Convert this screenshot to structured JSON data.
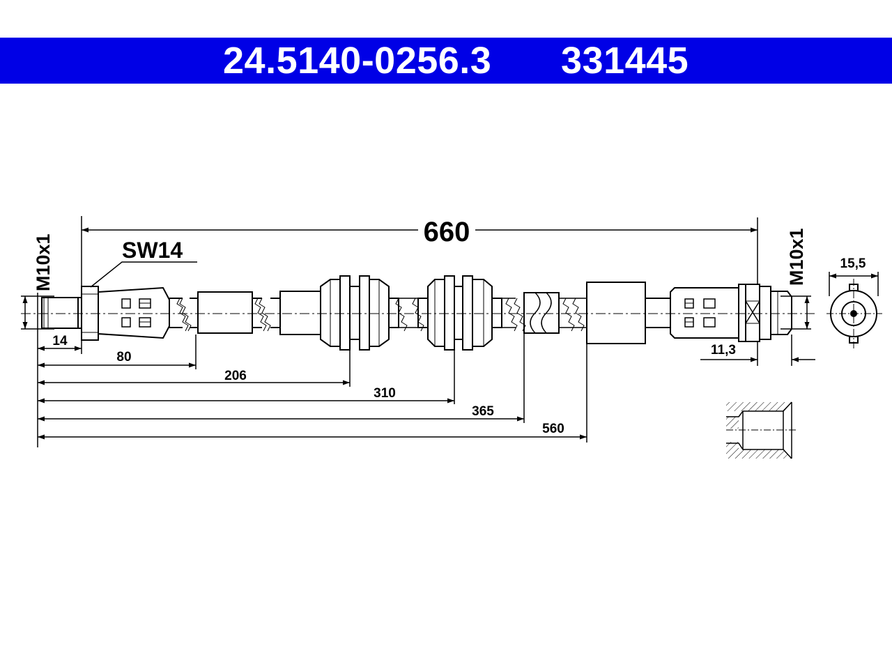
{
  "header": {
    "part_number": "24.5140-0256.3",
    "ref_number": "331445",
    "color": "#0000e6"
  },
  "drawing": {
    "overall_length": "660",
    "wrench_size": "SW14",
    "thread_left": "M10x1",
    "thread_right": "M10x1",
    "diameter": "15,5",
    "end_offset": "11,3",
    "dimensions": [
      "14",
      "80",
      "206",
      "310",
      "365",
      "560"
    ]
  }
}
